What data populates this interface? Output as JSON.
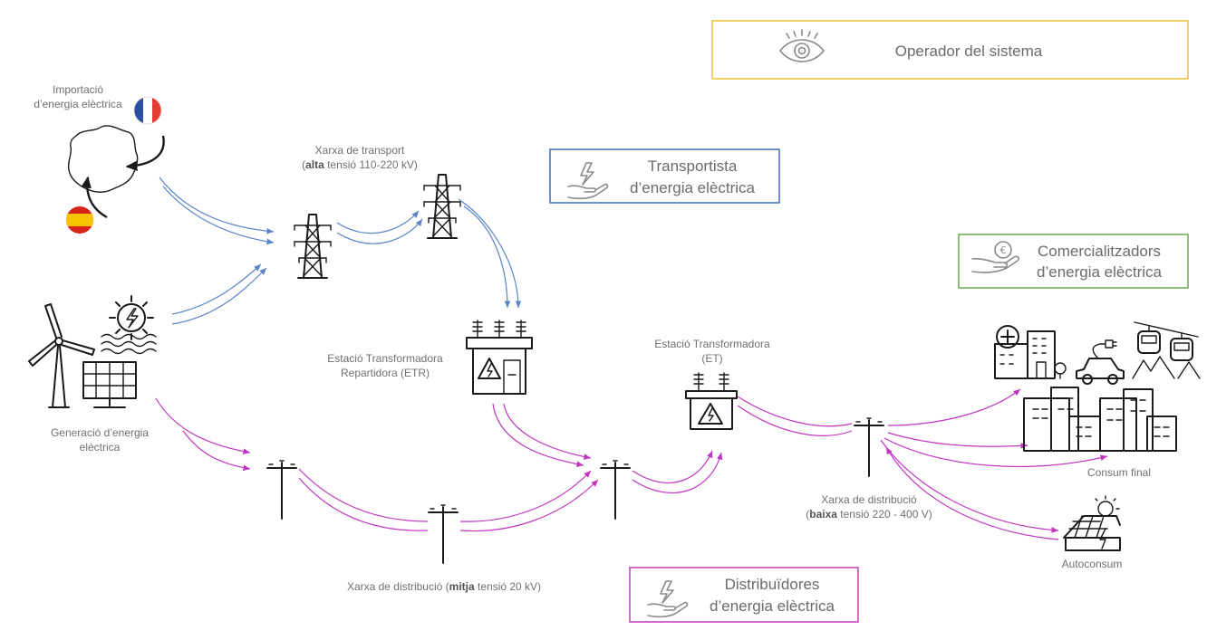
{
  "roles": {
    "operador": {
      "title": "Operador del sistema",
      "color": "#f2c230",
      "icon": "eye-icon"
    },
    "transportista": {
      "line1": "Transportista",
      "line2": "d’energia elèctrica",
      "color": "#3f6fbf",
      "icon": "hand-lightning-icon"
    },
    "comercialitzadors": {
      "line1": "Comercialitzadors",
      "line2": "d’energia elèctrica",
      "color": "#6aa84f",
      "icon": "hand-euro-icon"
    },
    "distribuidores": {
      "line1": "Distribuïdores",
      "line2": "d’energia elèctrica",
      "color": "#c136c1",
      "icon": "hand-lightning-icon"
    }
  },
  "labels": {
    "importacio": [
      "Importació",
      "d’energia elèctrica"
    ],
    "xarxa_transport": {
      "line1": "Xarxa de transport",
      "prefix": "(",
      "bold": "alta",
      "rest": " tensió 110-220 kV)"
    },
    "generacio": [
      "Generació d’energia",
      "elèctrica"
    ],
    "etr": [
      "Estació Transformadora",
      "Repartidora (ETR)"
    ],
    "et": [
      "Estació Transformadora",
      "(ET)"
    ],
    "xarxa_mitja": {
      "prefix": "Xarxa de distribució (",
      "bold": "mitja",
      "rest": " tensió 20 kV)"
    },
    "xarxa_baixa": {
      "line1": "Xarxa de distribució",
      "prefix": "(",
      "bold": "baixa",
      "rest": " tensió 220 - 400 V)"
    },
    "consum_final": "Consum final",
    "autoconsum": "Autoconsum"
  },
  "colors": {
    "transport_wires": "#5b84c9",
    "distribution_wires": "#c136c1",
    "text": "#707070",
    "icons": "#1a1a1a"
  },
  "icons": [
    "andorra-map-icon",
    "france-flag-icon",
    "spain-flag-icon",
    "wind-turbine-icon",
    "hydro-power-icon",
    "solar-panel-icon",
    "transmission-tower-icon",
    "transformer-substation-icon",
    "transformer-icon",
    "utility-pole-icon",
    "hospital-icon",
    "ev-charger-icon",
    "cable-car-icon",
    "city-buildings-icon",
    "solar-house-icon"
  ]
}
